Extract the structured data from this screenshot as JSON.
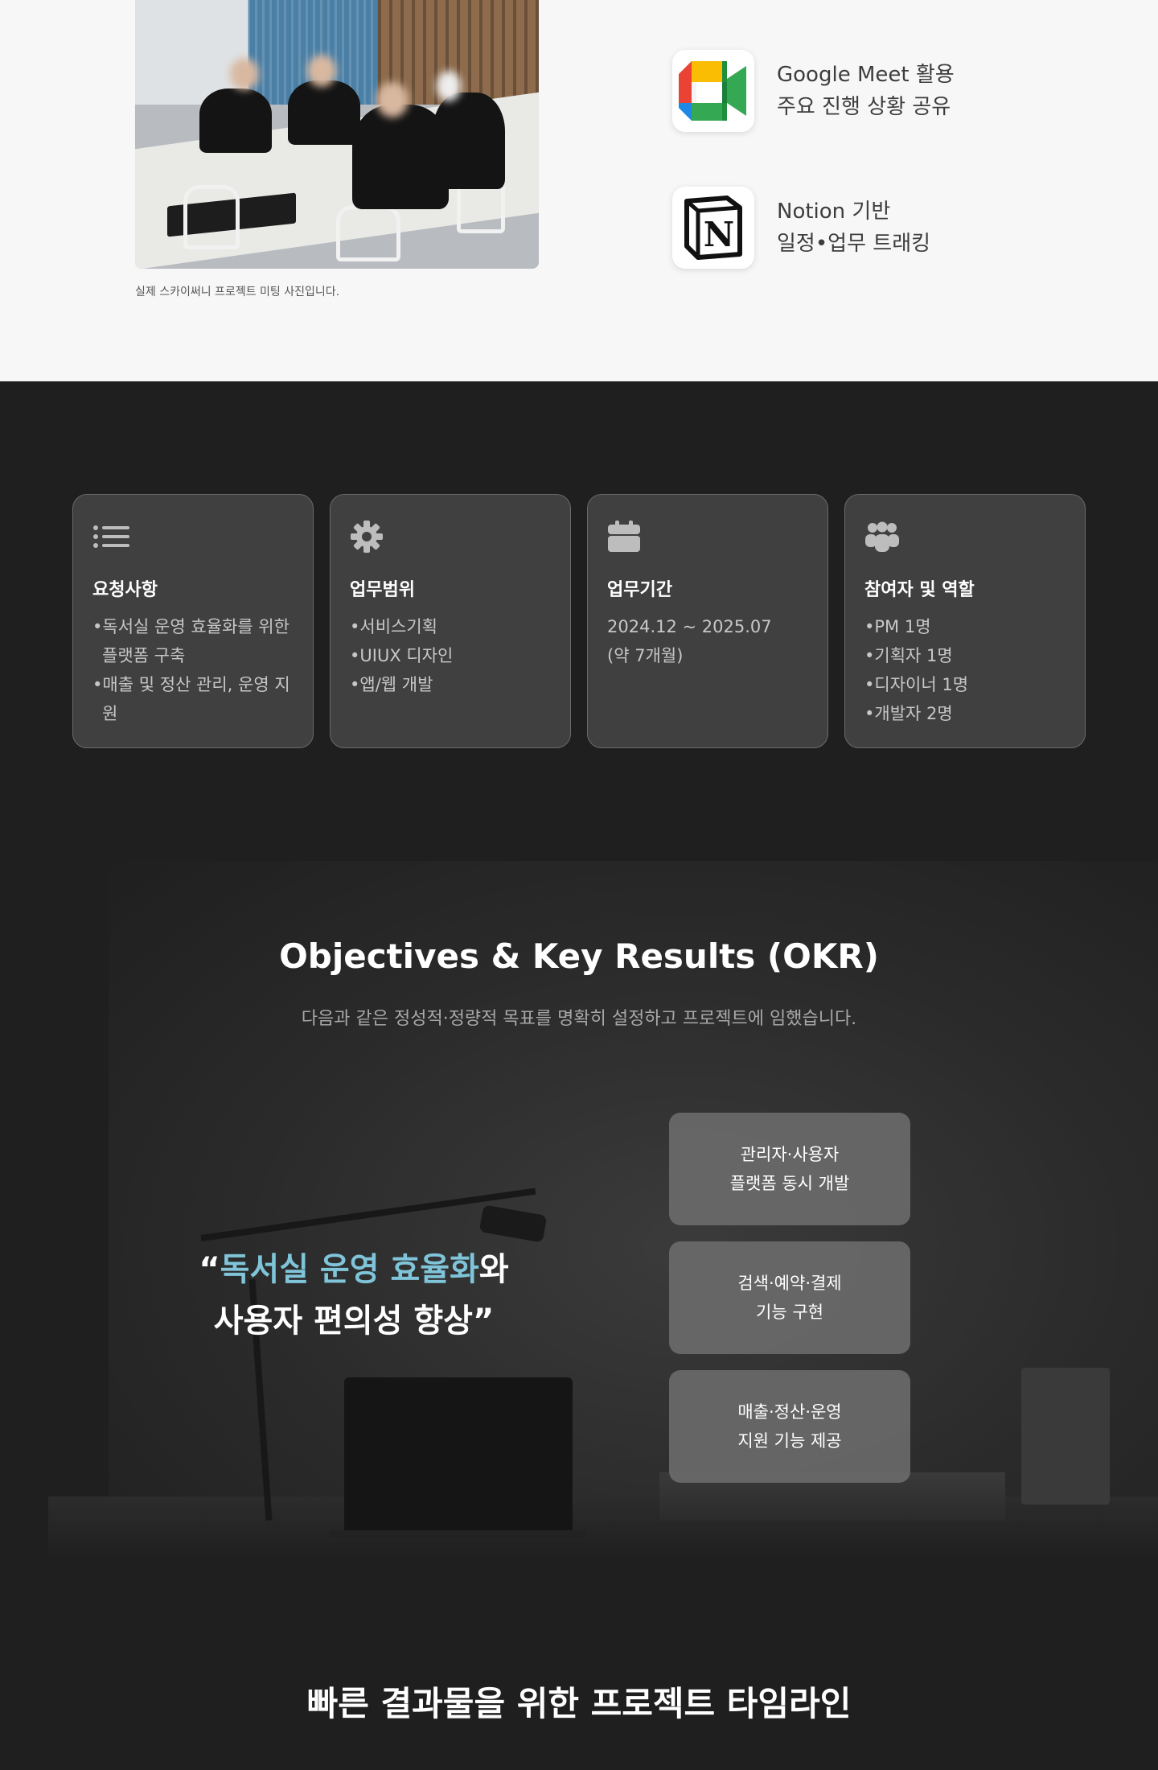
{
  "meeting": {
    "caption": "실제 스카이써니 프로젝트 미팅 사진입니다."
  },
  "tools": [
    {
      "icon": "google-meet-icon",
      "line1": "Google Meet 활용",
      "line2": "주요 진행 상황 공유"
    },
    {
      "icon": "notion-icon",
      "line1": "Notion 기반",
      "line2": "일정•업무 트래킹"
    }
  ],
  "cards": [
    {
      "icon": "list-icon",
      "title": "요청사항",
      "items": [
        "•독서실 운영 효율화를 위한 플랫폼  구축",
        "•매출 및 정산 관리, 운영 지원"
      ]
    },
    {
      "icon": "gear-icon",
      "title": "업무범위",
      "items": [
        "•서비스기획",
        "•UIUX 디자인",
        "•앱/웹 개발"
      ]
    },
    {
      "icon": "calendar-icon",
      "title": "업무기간",
      "period_line1": "2024.12 ~ 2025.07",
      "period_line2": "(약 7개월)"
    },
    {
      "icon": "people-icon",
      "title": "참여자 및 역할",
      "items": [
        "•PM 1명",
        "•기획자 1명",
        "•디자이너 1명",
        "•개발자 2명"
      ]
    }
  ],
  "okr": {
    "title": "Objectives & Key Results (OKR)",
    "subtitle": "다음과 같은 정성적·정량적 목표를 명확히 설정하고 프로젝트에 임했습니다.",
    "quote_open": "“",
    "quote_highlight": "독서실 운영 효율화",
    "quote_rest1": "와",
    "quote_line2": "사용자 편의성 향상”",
    "results": [
      "관리자·사용자\n플랫폼 동시 개발",
      "검색·예약·결제\n기능 구현",
      "매출·정산·운영\n지원 기능 제공"
    ]
  },
  "timeline": {
    "title": "빠른 결과물을 위한 프로젝트 타임라인"
  },
  "colors": {
    "highlight": "#7fc4d9",
    "dark_bg": "#1f1f1f",
    "card_bg": "#404040",
    "light_bg": "#f7f7f7"
  }
}
